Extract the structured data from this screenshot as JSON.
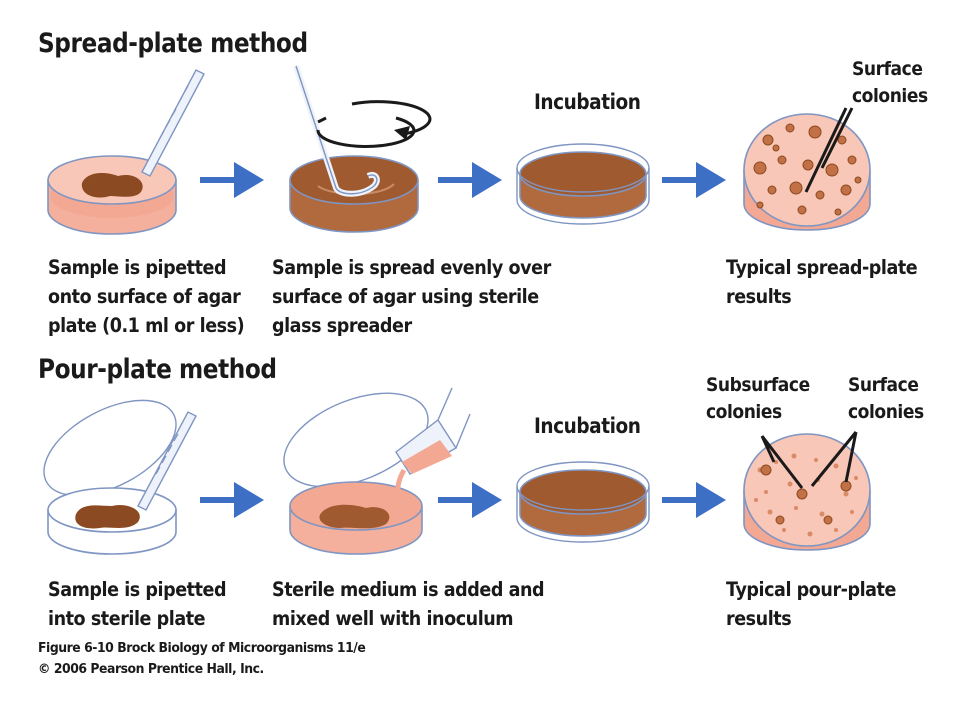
{
  "spread": {
    "title": "Spread-plate method",
    "incubation": "Incubation",
    "step1": "Sample is pipetted\nonto surface of agar\nplate (0.1 ml or less)",
    "step2": "Sample is spread evenly over\nsurface of agar using sterile\nglass spreader",
    "result": "Typical spread-plate\nresults",
    "label_surface": "Surface\ncolonies"
  },
  "pour": {
    "title": "Pour-plate method",
    "incubation": "Incubation",
    "step1": "Sample is pipetted\ninto sterile plate",
    "step2": "Sterile medium is added and\nmixed well with inoculum",
    "result": "Typical pour-plate\nresults",
    "label_subsurface": "Subsurface\ncolonies",
    "label_surface": "Surface\ncolonies"
  },
  "figure": {
    "caption": "Figure 6-10  Brock Biology of Microorganisms 11/e",
    "copyright": "© 2006 Pearson Prentice Hall, Inc."
  },
  "colors": {
    "agar_pink": "#f3a894",
    "agar_pink_light": "#f8c7b7",
    "agar_brown": "#a05a2f",
    "sample_brown": "#8c4a22",
    "arrow_blue": "#3d6fc4",
    "glass_outline": "#7f95c2"
  }
}
